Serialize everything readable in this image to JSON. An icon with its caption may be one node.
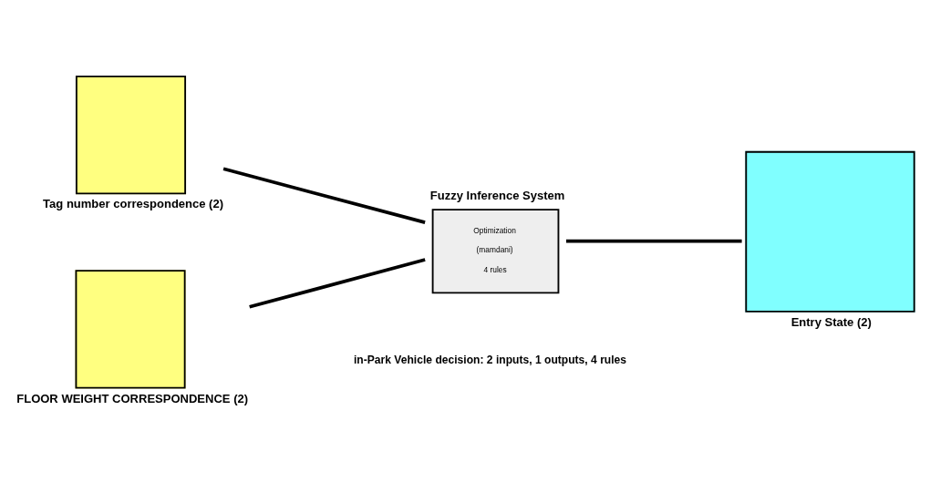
{
  "diagram": {
    "nodes": [
      {
        "text": [
          "Tag number correspondence (2)"
        ]
      },
      {
        "text": [
          "FLOOR WEIGHT CORRESPONDENCE (2)"
        ]
      },
      {
        "text": [
          "Fuzzy Inference System",
          "Optimization",
          "(mamdani)",
          "4 rules"
        ]
      },
      {
        "text": [
          "Entry State (2)"
        ]
      }
    ],
    "edges": [
      {
        "from": 0,
        "to": 2,
        "arrow": "none"
      },
      {
        "from": 1,
        "to": 2,
        "arrow": "none"
      },
      {
        "from": 2,
        "to": 3,
        "arrow": "none"
      }
    ],
    "labels": [
      "in-Park Vehicle decision: 2 inputs, 1 outputs, 4 rules"
    ]
  }
}
